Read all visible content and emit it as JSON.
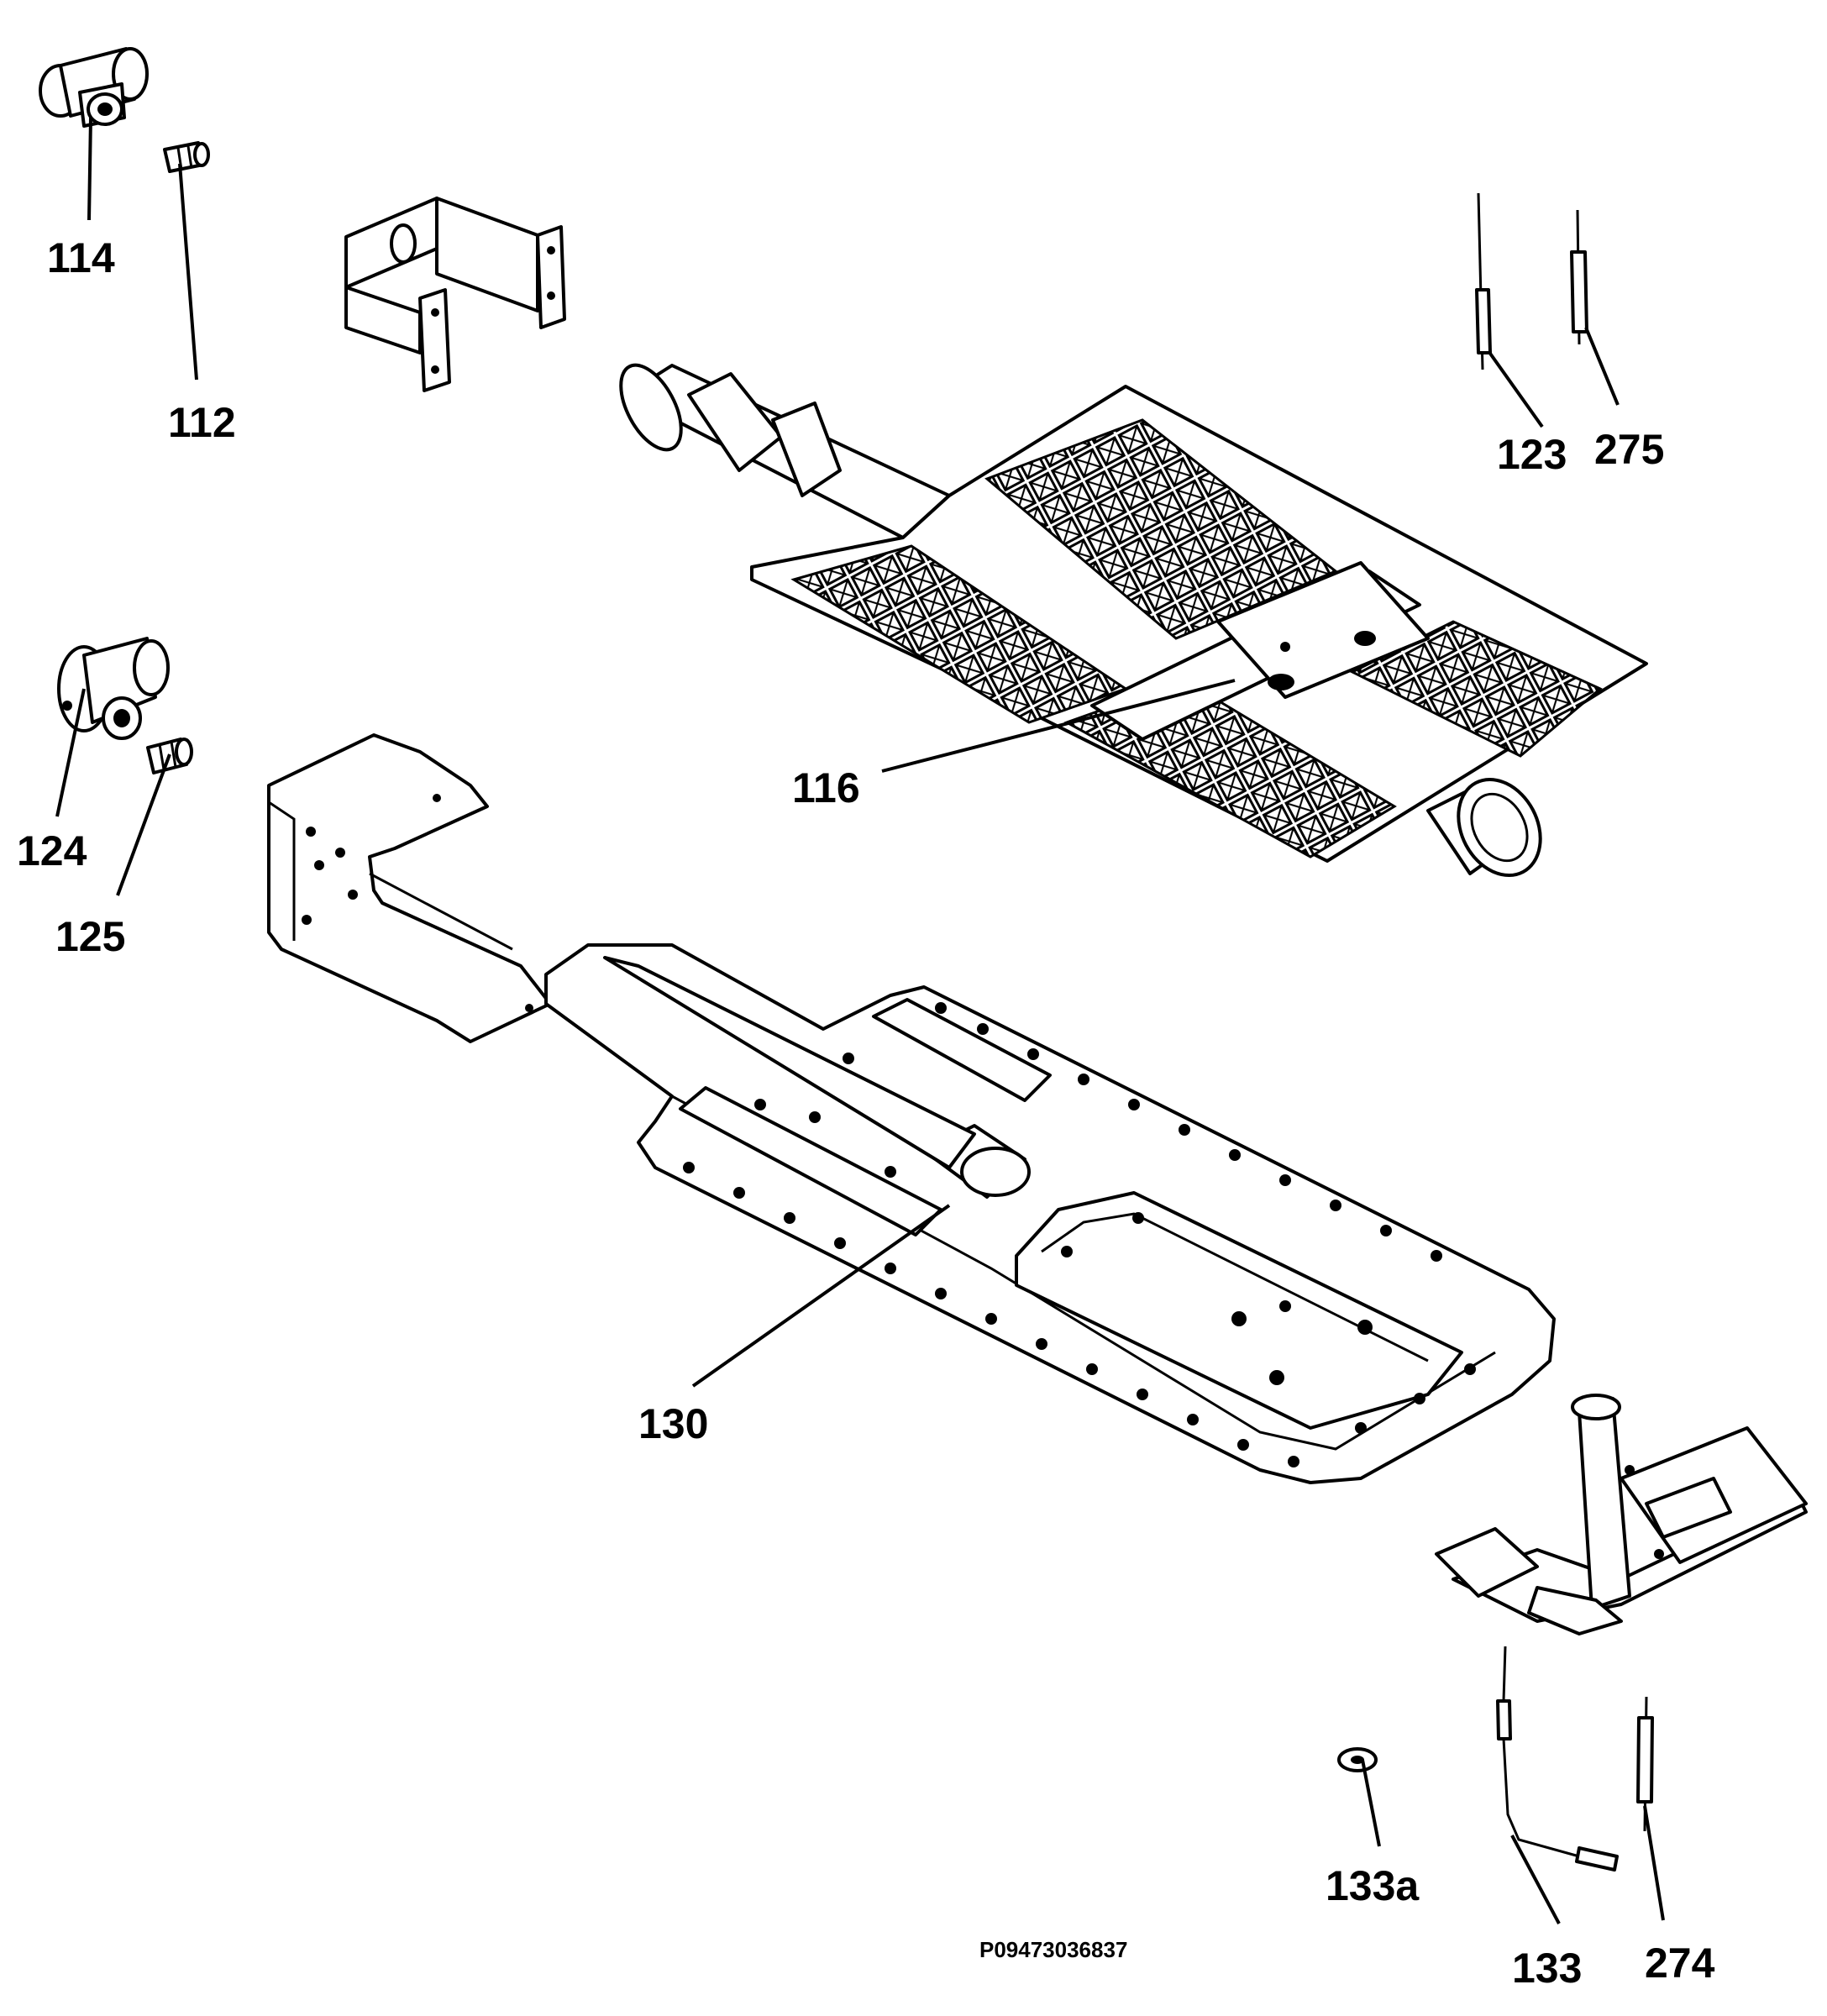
{
  "diagram": {
    "labels": [
      {
        "id": "114",
        "text": "114"
      },
      {
        "id": "112",
        "text": "112"
      },
      {
        "id": "123",
        "text": "123"
      },
      {
        "id": "275",
        "text": "275"
      },
      {
        "id": "116",
        "text": "116"
      },
      {
        "id": "124",
        "text": "124"
      },
      {
        "id": "125",
        "text": "125"
      },
      {
        "id": "130",
        "text": "130"
      },
      {
        "id": "133a",
        "text": "133a"
      },
      {
        "id": "133",
        "text": "133"
      },
      {
        "id": "274",
        "text": "274"
      }
    ],
    "figure_code": "P09473036837",
    "colors": {
      "ink": "#000000",
      "paper": "#ffffff"
    }
  }
}
